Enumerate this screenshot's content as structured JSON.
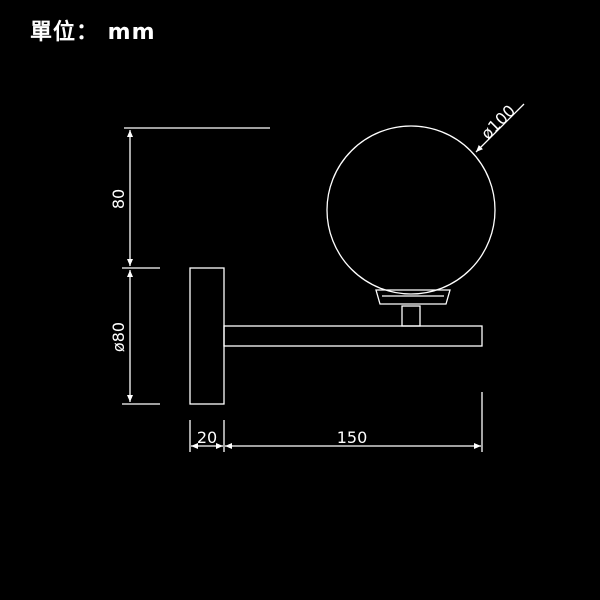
{
  "unit_label": "單位： mm",
  "dimensions": {
    "upper_height": "80",
    "mount_diameter": "ø80",
    "globe_diameter": "ø100",
    "plate_depth": "20",
    "arm_length": "150"
  },
  "colors": {
    "background": "#000000",
    "line": "#ffffff"
  }
}
